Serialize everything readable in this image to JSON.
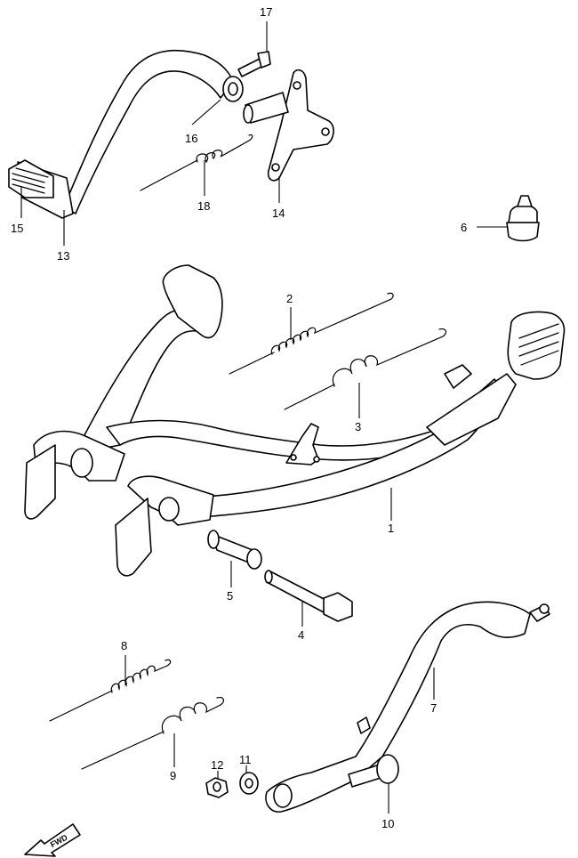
{
  "labels": {
    "p1": "1",
    "p2": "2",
    "p3": "3",
    "p4": "4",
    "p5": "5",
    "p6": "6",
    "p7": "7",
    "p8": "8",
    "p9": "9",
    "p10": "10",
    "p11": "11",
    "p12": "12",
    "p13": "13",
    "p14": "14",
    "p15": "15",
    "p16": "16",
    "p17": "17",
    "p18": "18"
  },
  "fwd_label": "FWD"
}
